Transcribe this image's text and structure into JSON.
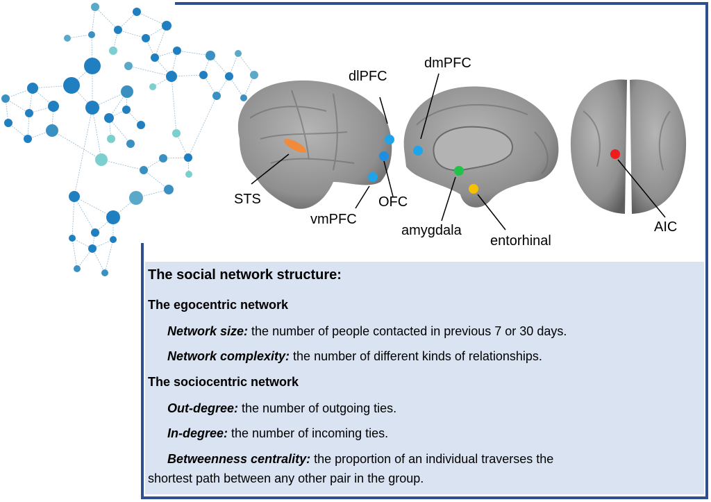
{
  "brain_labels": {
    "dlpfc": "dlPFC",
    "dmpfc": "dmPFC",
    "sts": "STS",
    "vmpfc": "vmPFC",
    "ofc": "OFC",
    "amygdala": "amygdala",
    "entorhinal": "entorhinal",
    "aic": "AIC"
  },
  "region_colors": {
    "sts": "#f08a3c",
    "prefrontal": "#1fa4ea",
    "amygdala": "#22c24a",
    "entorhinal": "#f5c100",
    "aic": "#ee1c1c"
  },
  "panel": {
    "title": "The social network structure:",
    "egocentric": {
      "heading": "The egocentric network",
      "items": [
        {
          "term": "Network size:",
          "desc": " the number of people contacted in previous 7 or 30 days."
        },
        {
          "term": "Network complexity:",
          "desc": " the number of different kinds of relationships."
        }
      ]
    },
    "sociocentric": {
      "heading": "The sociocentric network",
      "items": [
        {
          "term": "Out-degree:",
          "desc": " the number of outgoing ties."
        },
        {
          "term": "In-degree:",
          "desc": " the number of incoming ties."
        },
        {
          "term": "Betweenness centrality:",
          "desc": " the proportion of an individual traverses the",
          "desc2": "shortest path between any other pair in the group."
        }
      ]
    }
  }
}
